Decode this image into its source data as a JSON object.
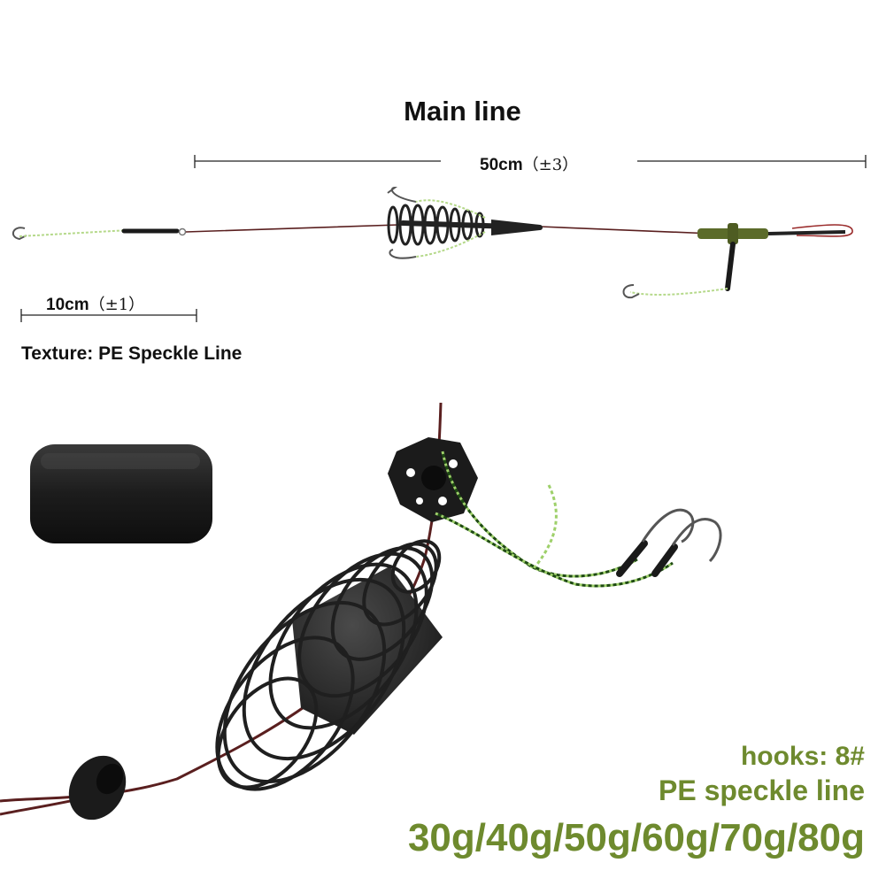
{
  "colors": {
    "spec_text": "#6e8a2e",
    "main_line": "#5a1f1f",
    "speckle_line": "#9ed06a",
    "feeder": "#1b1b1b",
    "swivel_tube": "#5b6b2a"
  },
  "rig": {
    "title": "Main line",
    "main_length": {
      "value": "50cm",
      "tolerance": "（±3）"
    },
    "hook_length": {
      "value": "10cm",
      "tolerance": "（±1）"
    },
    "texture_label": "Texture: PE Speckle Line"
  },
  "specs": {
    "hooks": "hooks: 8#",
    "line": "PE speckle line",
    "weights": "30g/40g/50g/60g/70g/80g"
  },
  "icons": [
    "feeder-cage-icon",
    "fishing-hook-icon",
    "lead-weight-icon",
    "bead-stopper-icon"
  ]
}
